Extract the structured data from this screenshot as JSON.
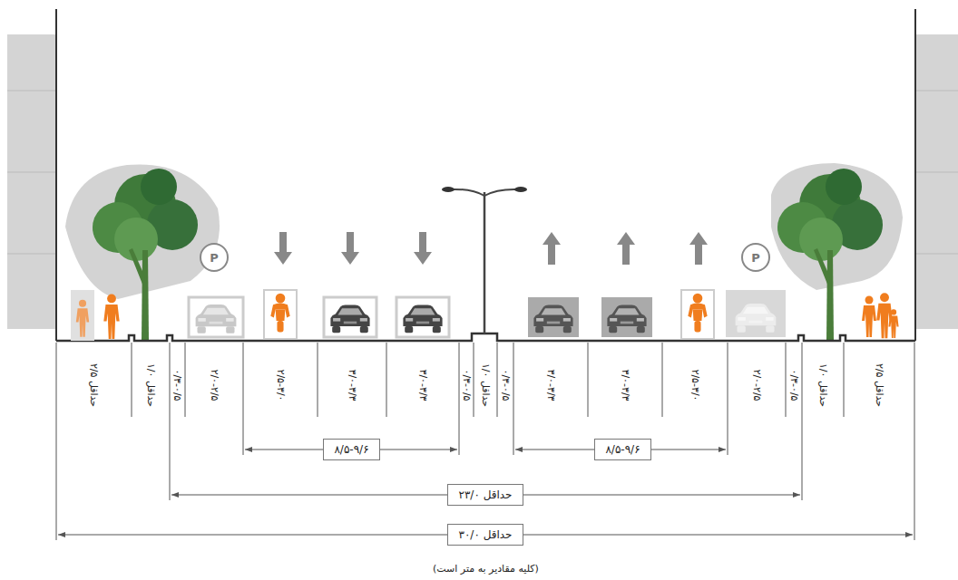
{
  "diagram": {
    "caption": "(کلیه مقادیر به متر است)",
    "nodes": [
      {
        "text": [
          "P"
        ]
      },
      {
        "text": [
          "P"
        ]
      },
      {
        "text": [
          "۸/۵-۹/۶"
        ]
      },
      {
        "text": [
          "۸/۵-۹/۶"
        ]
      },
      {
        "text": [
          "حداقل ۲۳/۰"
        ]
      },
      {
        "text": [
          "حداقل ۳۰/۰"
        ]
      }
    ],
    "labels": [
      "حداقل ۲/۵",
      "حداقل ۱/۰",
      "۰/۳-۰/۵",
      "۲/۰-۲/۵",
      "۲/۵-۳/۰",
      "۳/۰-۳/۳",
      "۳/۰-۳/۳",
      "۰/۳-۰/۵",
      "حداقل ۱/۰",
      "۰/۳-۰/۵",
      "۳/۰-۳/۳",
      "۳/۰-۳/۳",
      "۲/۵-۳/۰",
      "۲/۰-۲/۵",
      "۰/۳-۰/۵",
      "حداقل ۱/۰",
      "حداقل ۲/۵"
    ]
  }
}
